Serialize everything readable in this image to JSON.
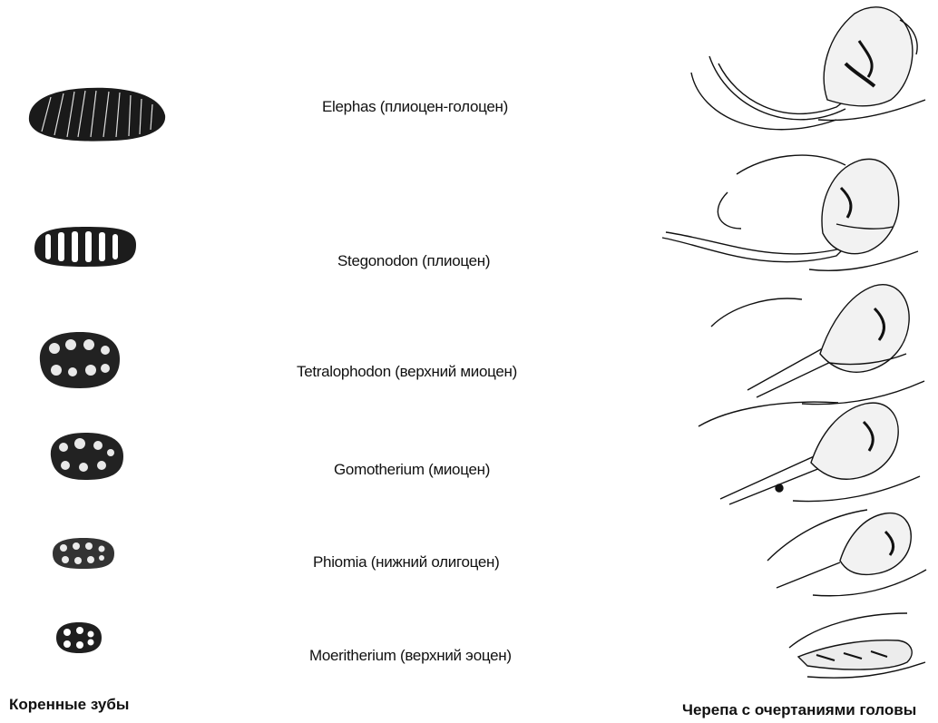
{
  "rows": [
    {
      "name": "elephas",
      "label": "Elephas (плиоцен-голоцен)"
    },
    {
      "name": "stegonodon",
      "label": "Stegonodon (плиоцен)"
    },
    {
      "name": "tetralophodon",
      "label": "Tetralophodon (верхний миоцен)"
    },
    {
      "name": "gomotherium",
      "label": "Gomotherium (миоцен)"
    },
    {
      "name": "phiomia",
      "label": "Phiomia (нижний олигоцен)"
    },
    {
      "name": "moeritherium",
      "label": "Moeritherium (верхний эоцен)"
    }
  ],
  "captions": {
    "left": "Коренные зубы",
    "right": "Черепа с очертаниями головы"
  }
}
